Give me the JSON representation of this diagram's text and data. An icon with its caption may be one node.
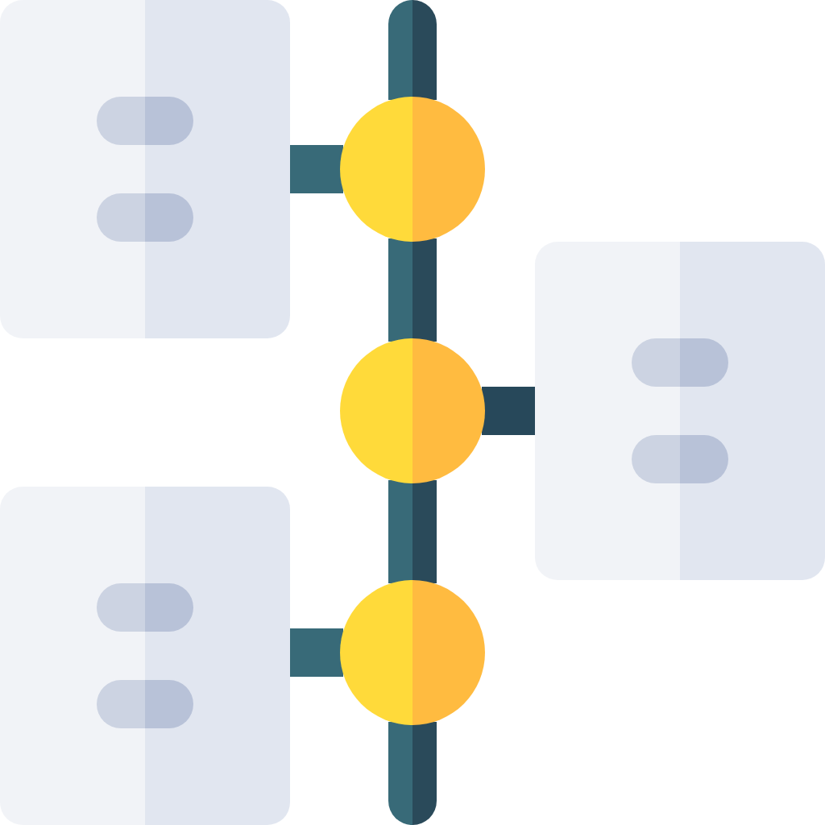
{
  "diagram": {
    "nodes": [
      {
        "text": [],
        "shape": "circle"
      },
      {
        "text": [],
        "shape": "circle"
      },
      {
        "text": [],
        "shape": "circle"
      },
      {
        "text": [],
        "shape": "box"
      },
      {
        "text": [],
        "shape": "box"
      },
      {
        "text": [],
        "shape": "box"
      }
    ],
    "edges": [
      {
        "from": 3,
        "to": 0,
        "arrow": "none"
      },
      {
        "from": 4,
        "to": 1,
        "arrow": "none"
      },
      {
        "from": 5,
        "to": 2,
        "arrow": "none"
      },
      {
        "from": null,
        "to": 0,
        "arrow": "none"
      },
      {
        "from": 0,
        "to": 1,
        "arrow": "none"
      },
      {
        "from": 1,
        "to": 2,
        "arrow": "none"
      },
      {
        "from": 2,
        "to": null,
        "arrow": "none"
      }
    ]
  }
}
